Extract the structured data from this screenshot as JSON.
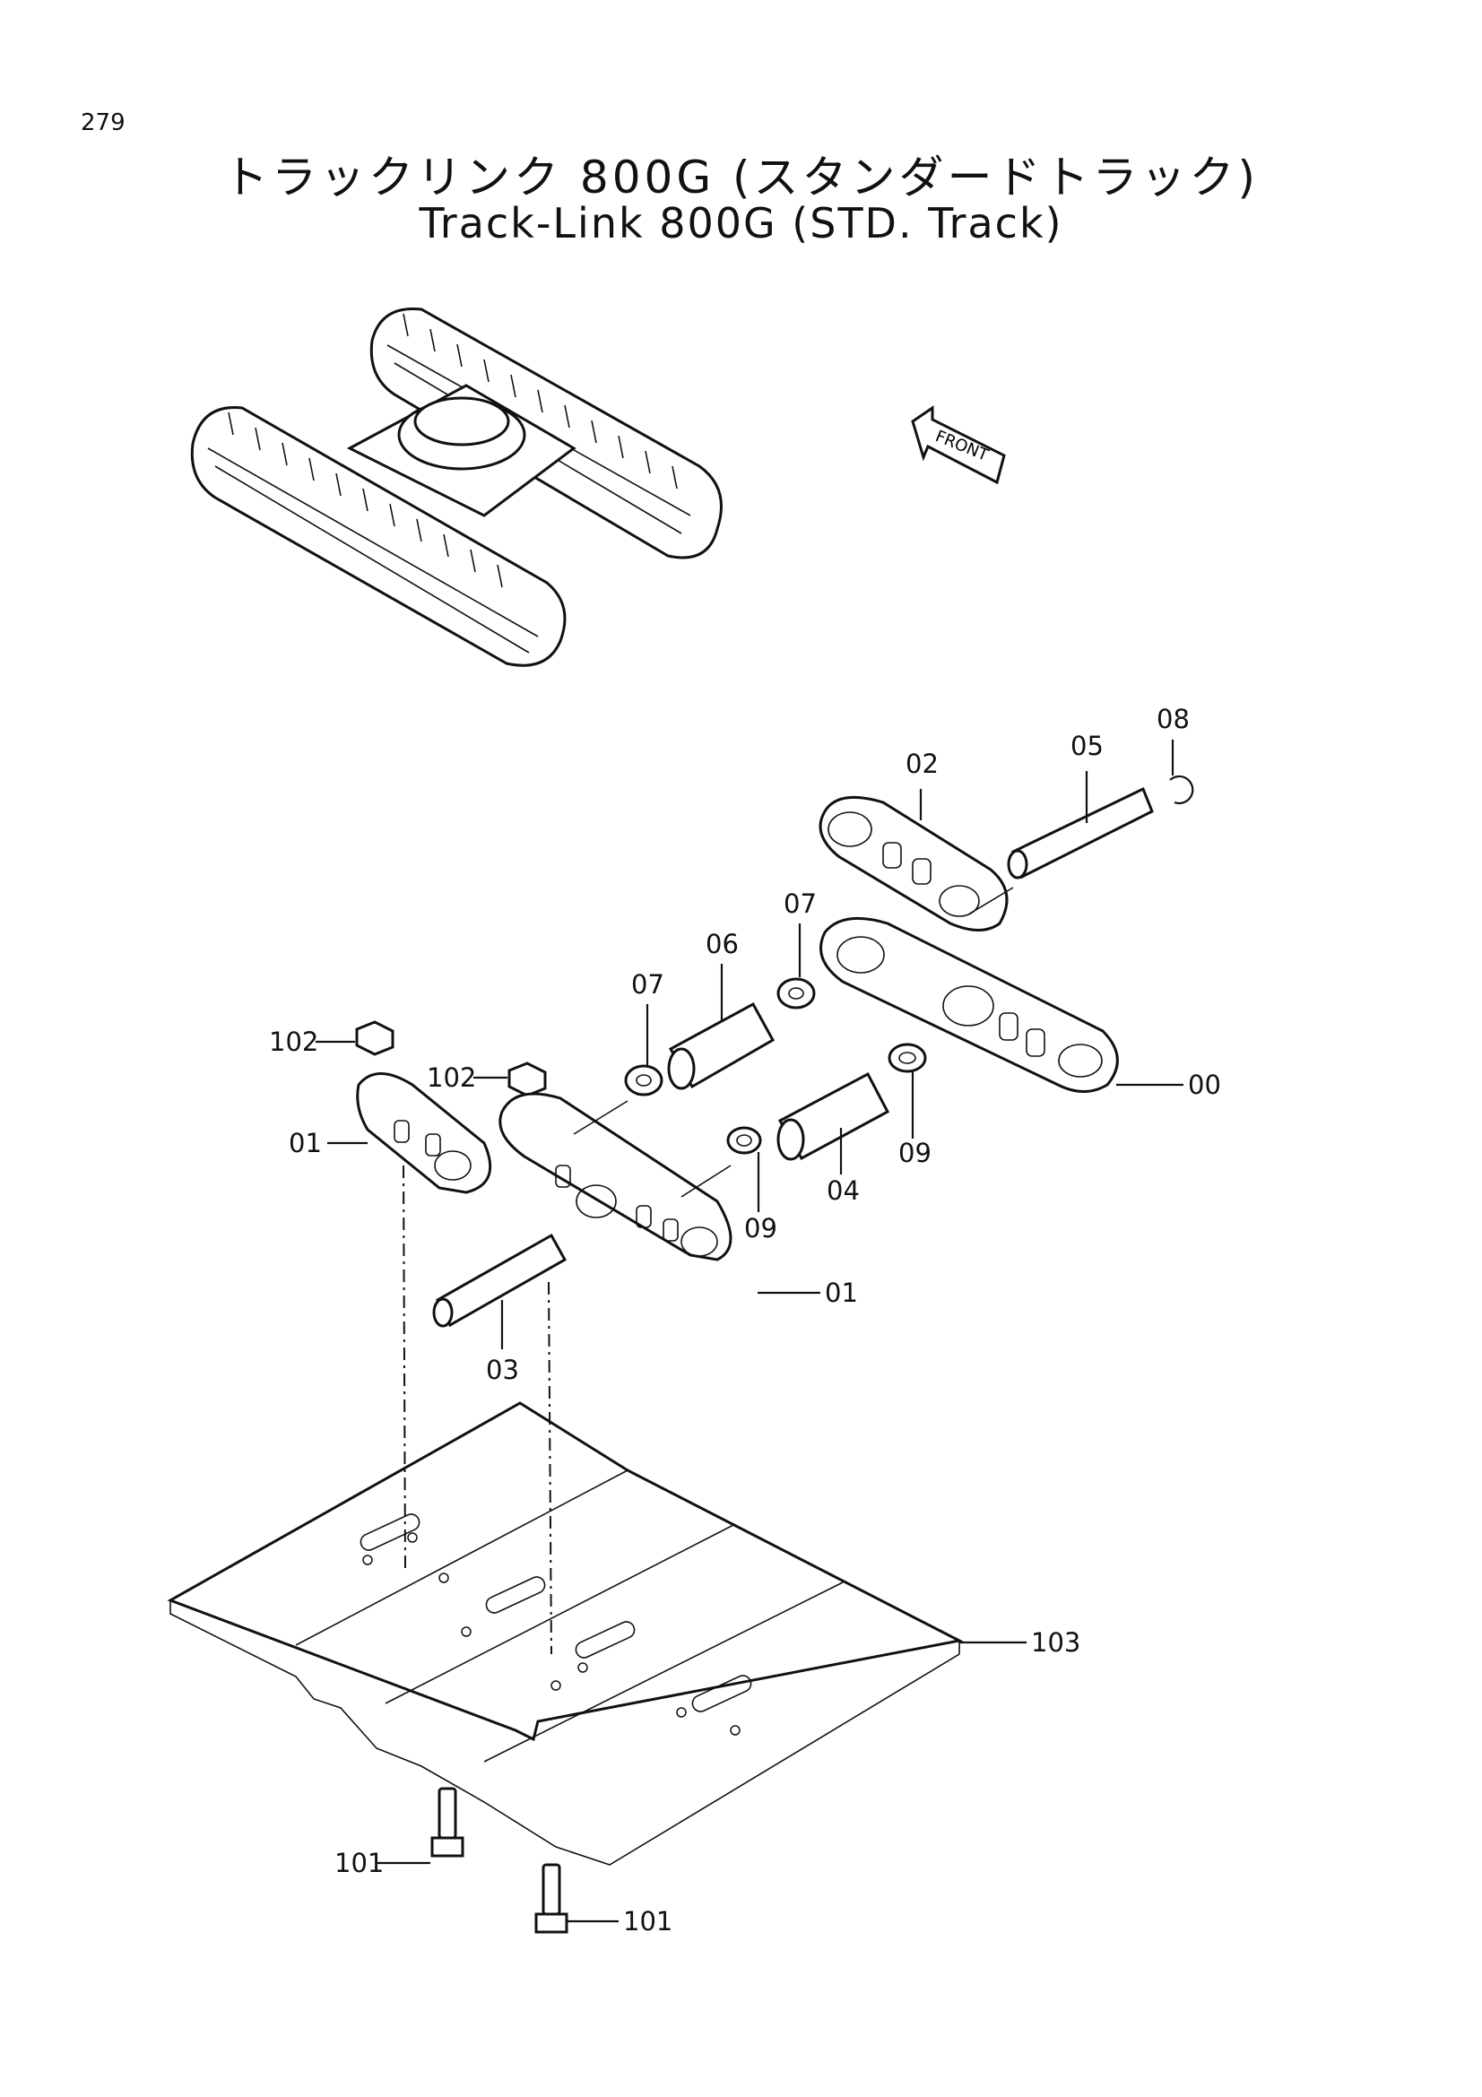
{
  "page": {
    "number": "279"
  },
  "title": {
    "japanese": "トラックリンク 800G (スタンダードトラック)",
    "english": "Track-Link 800G (STD. Track)"
  },
  "front_label": "FRONT",
  "callouts": [
    {
      "id": "08",
      "label": "08"
    },
    {
      "id": "02",
      "label": "02"
    },
    {
      "id": "05",
      "label": "05"
    },
    {
      "id": "07a",
      "label": "07"
    },
    {
      "id": "06",
      "label": "06"
    },
    {
      "id": "07b",
      "label": "07"
    },
    {
      "id": "102a",
      "label": "102"
    },
    {
      "id": "102b",
      "label": "102"
    },
    {
      "id": "00",
      "label": "00"
    },
    {
      "id": "01a",
      "label": "01"
    },
    {
      "id": "09a",
      "label": "09"
    },
    {
      "id": "04",
      "label": "04"
    },
    {
      "id": "09b",
      "label": "09"
    },
    {
      "id": "01b",
      "label": "01"
    },
    {
      "id": "03",
      "label": "03"
    },
    {
      "id": "103",
      "label": "103"
    },
    {
      "id": "101a",
      "label": "101"
    },
    {
      "id": "101b",
      "label": "101"
    }
  ]
}
